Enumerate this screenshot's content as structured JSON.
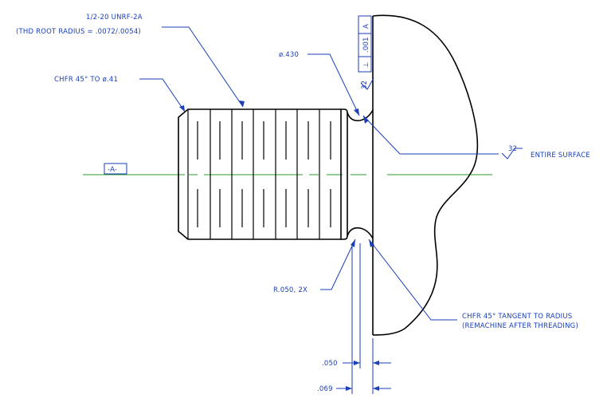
{
  "notes": {
    "thread_spec": "1/2-20 UNRF-2A",
    "thread_root": "(THD ROOT RADIUS = .0072/.0054)",
    "chamfer": "CHFR 45° TO ø.41",
    "neck_diameter": "ø.430",
    "finish_value": "32",
    "finish_note": "ENTIRE SURFACE",
    "radius": "R.050, 2X",
    "chamfer_tangent_line1": "CHFR 45° TANGENT TO RADIUS",
    "chamfer_tangent_line2": "(REMACHINE AFTER THREADING)"
  },
  "datum": {
    "label": "-A-",
    "frame_symbol": "⊥",
    "frame_tolerance": ".001",
    "frame_datum": "A"
  },
  "dimensions": {
    "dim_small": ".050",
    "dim_large": ".069"
  },
  "colors": {
    "annotation": "#1a3fb8",
    "geometry": "#000000",
    "centerline": "#2e9a2e"
  }
}
